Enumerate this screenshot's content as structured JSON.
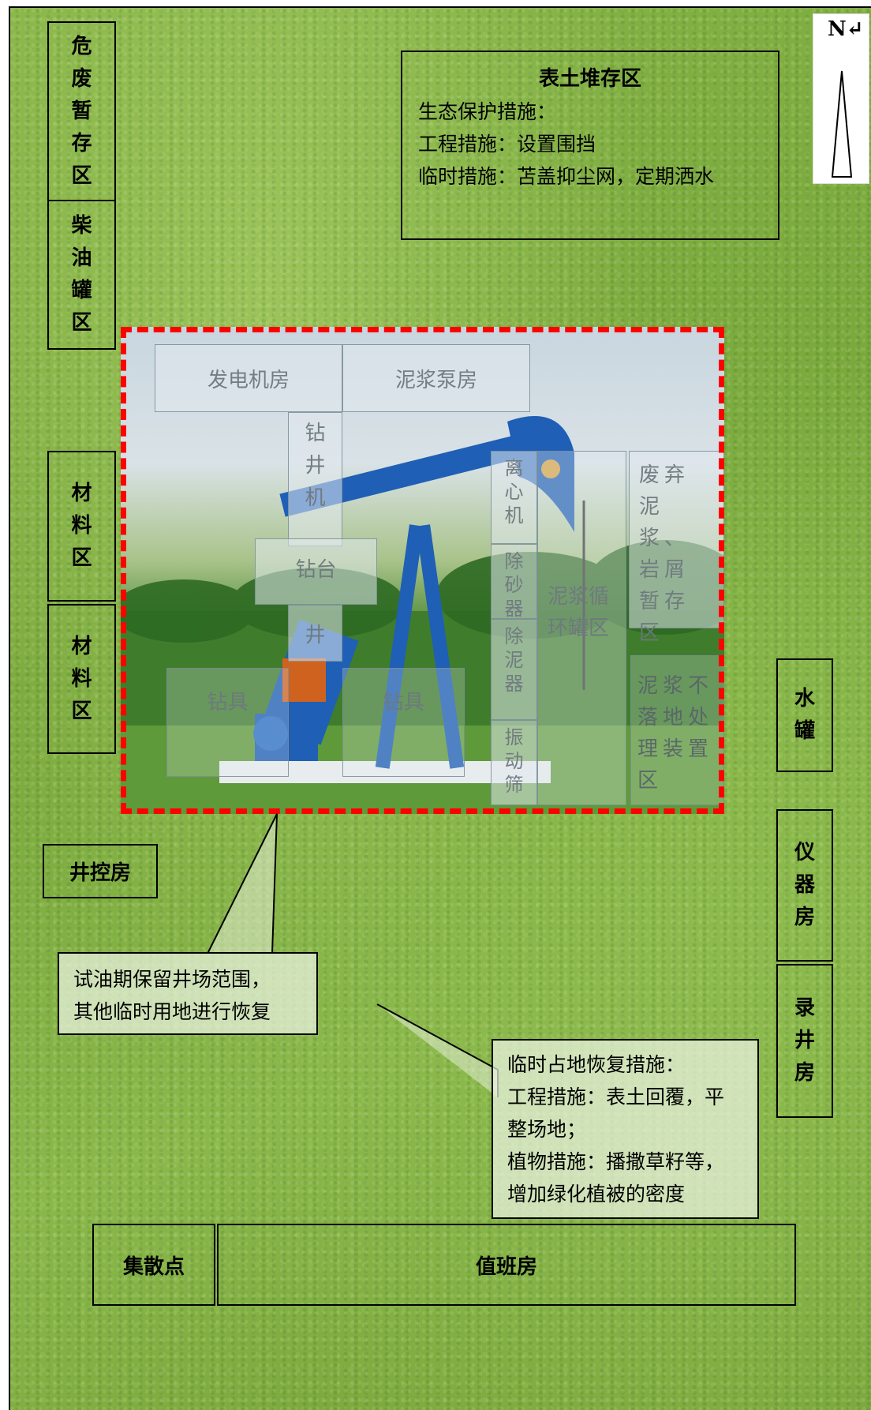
{
  "compass": {
    "label": "N↵"
  },
  "boxes": {
    "hazardous_waste": "危废暂存区",
    "diesel_tank": "柴油罐区",
    "material_1": "材料区",
    "material_2": "材料区",
    "well_control": "井控房",
    "water_tank": "水罐",
    "instrument_room": "仪器房",
    "logging_room": "录井房",
    "assembly_point": "集散点",
    "duty_room": "值班房"
  },
  "topsoil": {
    "title": "表土堆存区",
    "lines": [
      "生态保护措施：",
      "工程措施：设置围挡",
      "临时措施：苫盖抑尘网，定期洒水"
    ]
  },
  "pad_areas": {
    "generator_room": "发电机房",
    "mud_pump_room": "泥浆泵房",
    "rig": "钻井机",
    "drill_floor": "钻台",
    "well": "井",
    "drill_tool_1": "钻具",
    "drill_tool_2": "钻具",
    "centrifuge": "离心机",
    "desander": "除砂器",
    "desilter": "除泥器",
    "shaker": "振动筛",
    "mud_circulation_tank": "泥浆循环罐区",
    "waste_mud_cuttings": "废弃泥浆、岩屑暂存区",
    "mud_nonlanding_unit": "泥浆不落地处理装置区"
  },
  "callouts": {
    "retain": [
      "试油期保留井场范围，",
      "其他临时用地进行恢复"
    ],
    "restore": [
      "临时占地恢复措施：",
      "工程措施：表土回覆，平",
      "整场地；",
      "植物措施：播撒草籽等，",
      "增加绿化植被的密度"
    ]
  },
  "colors": {
    "boundary": "#ff0000",
    "grass": "#7faa3e",
    "pumpjack": "#1f5fb5"
  }
}
